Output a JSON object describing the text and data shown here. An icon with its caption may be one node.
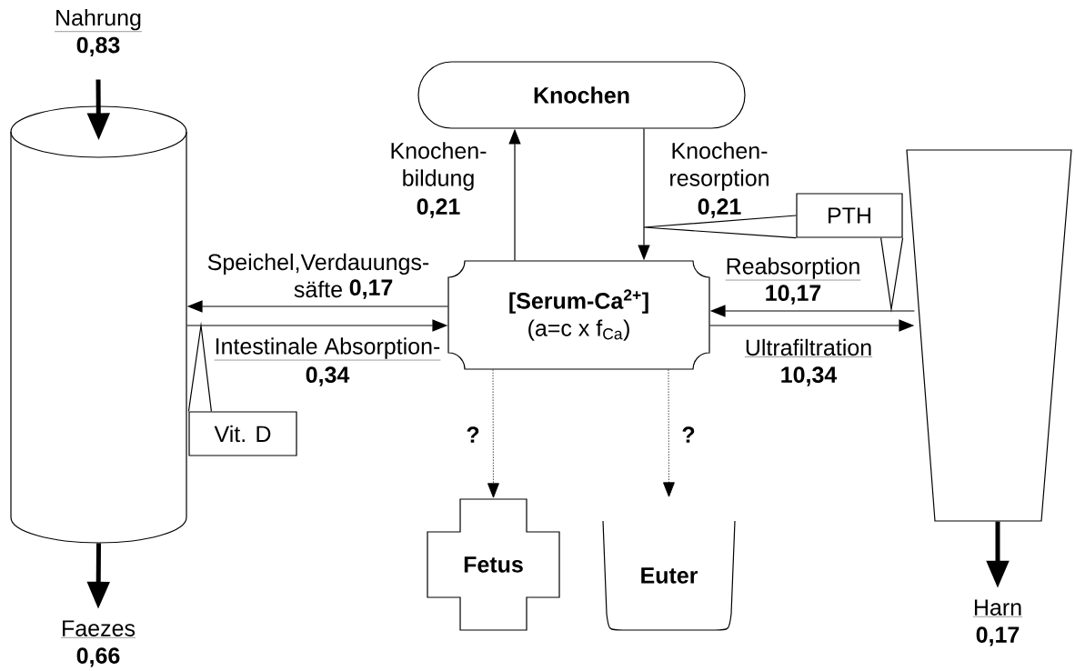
{
  "diagram": {
    "nodes": [
      {
        "text": [
          "Nahrung",
          "0,83"
        ]
      },
      {
        "text": [],
        "shape": "cylinder"
      },
      {
        "text": [
          "Knochen"
        ]
      },
      {
        "text": [
          "[Serum-Ca$^{2+}$]",
          "(a=c x f$_{Ca}$)"
        ]
      },
      {
        "text": [
          "PTH"
        ]
      },
      {
        "text": [],
        "shape": "trapezoid"
      },
      {
        "text": [
          "Vit. D"
        ]
      },
      {
        "text": [
          "Fetus"
        ]
      },
      {
        "text": [
          "Euter"
        ]
      },
      {
        "text": [
          "Faezes",
          "0,66"
        ]
      },
      {
        "text": [
          "Harn",
          "0,17"
        ]
      }
    ],
    "edges": [
      {
        "from": 0,
        "to": 1,
        "arrow": "to",
        "style": "thick"
      },
      {
        "from": 1,
        "to": 9,
        "arrow": "to",
        "style": "thick"
      },
      {
        "from": 5,
        "to": 10,
        "arrow": "to",
        "style": "thick"
      },
      {
        "from": 3,
        "to": 2,
        "arrow": "to",
        "label": "Knochen- bildung"
      },
      {
        "from": 2,
        "to": 3,
        "arrow": "to",
        "label": "Knochen- resorption"
      },
      {
        "from": 3,
        "to": 1,
        "arrow": "to",
        "label": "Speichel,Verdauungs- säfte"
      },
      {
        "from": 1,
        "to": 3,
        "arrow": "to",
        "label": "Intestinale Absorption-"
      },
      {
        "from": 5,
        "to": 3,
        "arrow": "to",
        "label": "Reabsorption"
      },
      {
        "from": 3,
        "to": 5,
        "arrow": "to",
        "label": "Ultrafiltration"
      },
      {
        "from": 3,
        "to": 7,
        "arrow": "to",
        "style": "dashed",
        "label": "?"
      },
      {
        "from": 3,
        "to": 8,
        "arrow": "to",
        "style": "dashed",
        "label": "?"
      },
      {
        "from": 4,
        "to": null,
        "arrow": "none"
      },
      {
        "from": 4,
        "to": null,
        "arrow": "none"
      },
      {
        "from": 6,
        "to": null,
        "arrow": "none"
      }
    ],
    "labels": [
      "0,21",
      "0,21",
      "0,17",
      "10,17",
      "0,34",
      "10,34"
    ]
  }
}
